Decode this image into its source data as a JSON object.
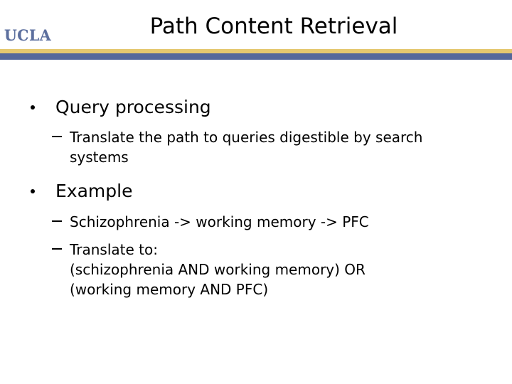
{
  "slide": {
    "title": "Path Content Retrieval",
    "logo": {
      "name": "UCLA",
      "text": "UCLA",
      "color": "#5c6f9e"
    },
    "divider": {
      "gold_color": "#e4c76f",
      "blue_color": "#54679b"
    },
    "background_color": "#ffffff",
    "text_color": "#000000",
    "content": {
      "bullets": [
        {
          "level": 1,
          "marker": "dot",
          "text": "Query processing",
          "children": [
            {
              "level": 2,
              "marker": "dash",
              "text": "Translate the path to queries digestible by search systems"
            }
          ]
        },
        {
          "level": 1,
          "marker": "dot",
          "text": "Example",
          "children": [
            {
              "level": 2,
              "marker": "dash",
              "text": "Schizophrenia -> working memory -> PFC"
            },
            {
              "level": 2,
              "marker": "dash",
              "text": "Translate to:",
              "continuation": [
                "(schizophrenia AND working memory) OR",
                "(working memory AND PFC)"
              ]
            }
          ]
        }
      ]
    }
  }
}
